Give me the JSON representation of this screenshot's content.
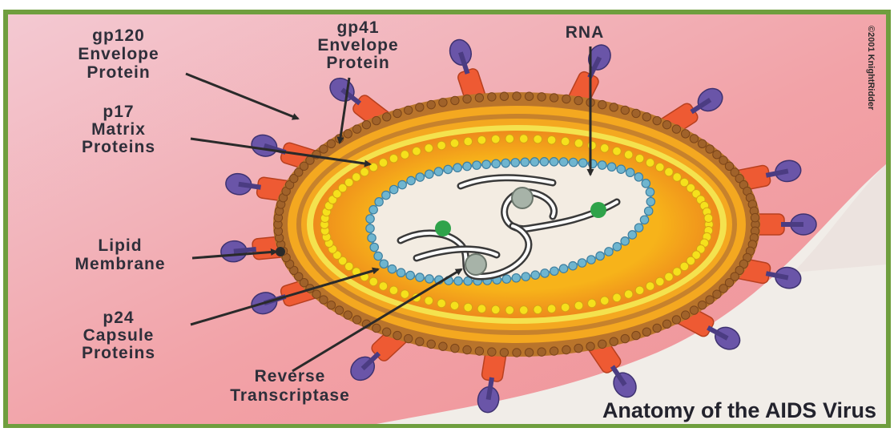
{
  "diagram": {
    "title": "Anatomy of the AIDS Virus",
    "credit": "©2001 KnightRidder",
    "labels": {
      "gp120": [
        "gp120",
        "Envelope",
        "Protein"
      ],
      "gp41": [
        "gp41",
        "Envelope",
        "Protein"
      ],
      "rna": [
        "RNA"
      ],
      "p17": [
        "p17",
        "Matrix",
        "Proteins"
      ],
      "lipid": [
        "Lipid",
        "Membrane"
      ],
      "p24": [
        "p24",
        "Capsule",
        "Proteins"
      ],
      "rt": [
        "Reverse",
        "Transcriptase"
      ]
    },
    "colors": {
      "background": "#f2a3a8",
      "frame": "#6f9e3e",
      "envelope_outer": "#c7822c",
      "envelope_band": "#f4a21b",
      "matrix_dots": "#f5e11c",
      "capsid": "#6fb5cf",
      "core": "#f4eee5",
      "spike_knob": "#6a55a8",
      "spike_stalk": "#ee5a33",
      "rt_green": "#2fa34a"
    }
  }
}
